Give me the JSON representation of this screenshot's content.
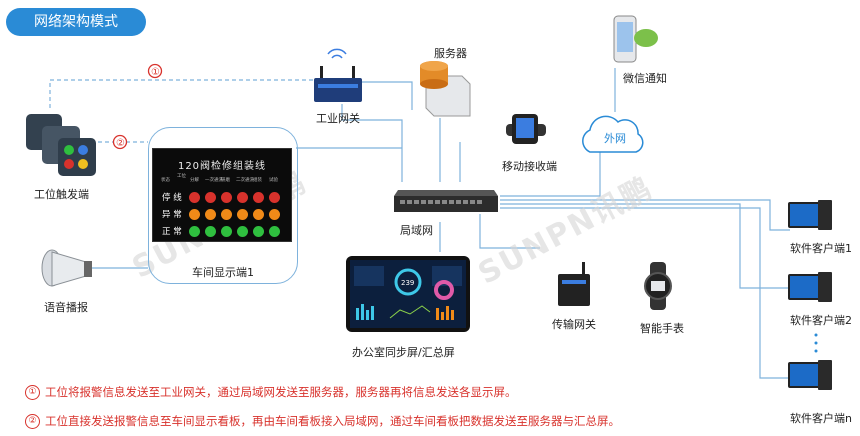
{
  "header": {
    "title": "网络架构模式"
  },
  "nodes": {
    "server": "服务器",
    "gateway": "工业网关",
    "wechat": "微信通知",
    "mobile": "移动接收端",
    "cloud": "外网",
    "trigger": "工位触发端",
    "workshop": "车间显示端1",
    "lan": "局域网",
    "speaker": "语音播报",
    "office": "办公室同步屏/汇总屏",
    "transfer": "传输网关",
    "watch": "智能手表",
    "client1": "软件客户端1",
    "client2": "软件客户端2",
    "clientn": "软件客户端n"
  },
  "panel": {
    "title": "120阀检修组装线",
    "cols": [
      "状态",
      "工位",
      "分解",
      "一次通洗",
      "研磨",
      "二次通洗",
      "组装",
      "试验"
    ],
    "rows": [
      "停 线",
      "异 常",
      "正 常"
    ],
    "row_colors": [
      "#d8322c",
      "#f08a18",
      "#2fbf3f"
    ]
  },
  "markers": [
    "①",
    "②"
  ],
  "notes": [
    {
      "num": "①",
      "text": "工位将报警信息发送至工业网关，通过局域网发送至服务器，服务器再将信息发送各显示屏。"
    },
    {
      "num": "②",
      "text": "工位直接发送报警信息至车间显示看板，再由车间看板接入局域网，通过车间看板把数据发送至服务器与汇总屏。"
    }
  ],
  "watermark": "SUNPN讯鹏",
  "dashboard": {
    "value": "239"
  },
  "colors": {
    "accent": "#2a8bd6",
    "line": "#7eb2dc",
    "alert": "#d8322c"
  }
}
